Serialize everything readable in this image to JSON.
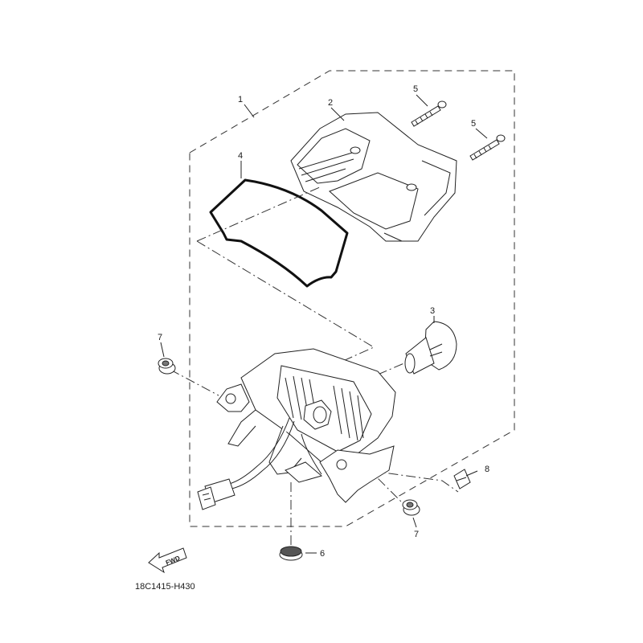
{
  "diagram_code": "18C1415-H430",
  "fwd_label": "FWD",
  "callouts": {
    "c1": "1",
    "c2": "2",
    "c3": "3",
    "c4": "4",
    "c5a": "5",
    "c5b": "5",
    "c6": "6",
    "c7a": "7",
    "c7b": "7",
    "c8": "8"
  },
  "colors": {
    "line": "#1a1a1a",
    "fill": "#ffffff"
  }
}
